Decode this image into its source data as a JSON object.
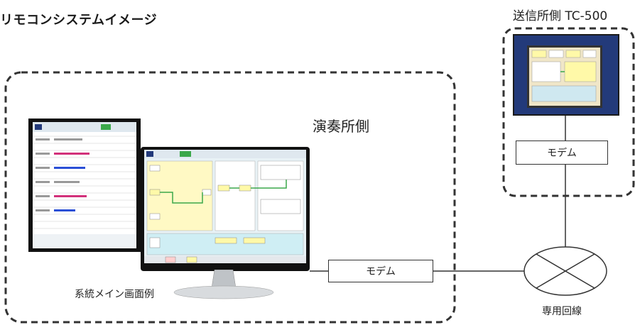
{
  "title": "リモコンシステムイメージ",
  "transmitter": {
    "label": "送信所側 TC-500",
    "modem_label": "モデム"
  },
  "studio": {
    "label": "演奏所側",
    "modem_label": "モデム",
    "screen_caption": "系統メイン画面例"
  },
  "dedicated_line": {
    "label": "専用回線"
  },
  "colors": {
    "dash": "#333333",
    "rack": "#233a7a",
    "screen_bg": "#e8f2f6",
    "yellow": "#fff9a8",
    "green": "#3aa84a"
  }
}
